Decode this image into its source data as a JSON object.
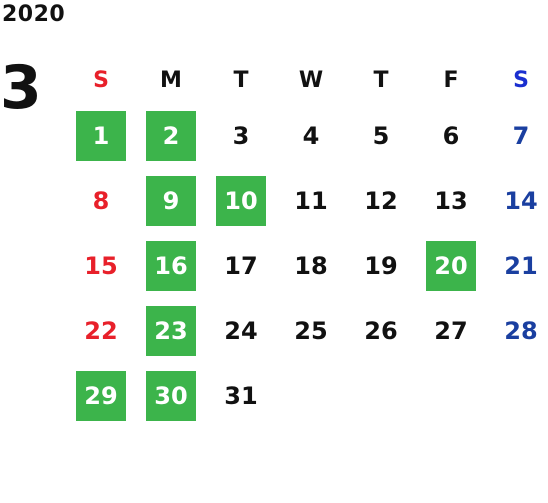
{
  "header": {
    "year": "2020",
    "month": "3"
  },
  "colors": {
    "highlight": "#3cb44b",
    "sunday": "#e8202a",
    "saturday": "#1a3fa0"
  },
  "weekdays": [
    "S",
    "M",
    "T",
    "W",
    "T",
    "F",
    "S"
  ],
  "weeks": [
    [
      {
        "d": "1",
        "h": true
      },
      {
        "d": "2",
        "h": true
      },
      {
        "d": "3",
        "h": false
      },
      {
        "d": "4",
        "h": false
      },
      {
        "d": "5",
        "h": false
      },
      {
        "d": "6",
        "h": false
      },
      {
        "d": "7",
        "h": false
      }
    ],
    [
      {
        "d": "8",
        "h": false
      },
      {
        "d": "9",
        "h": true
      },
      {
        "d": "10",
        "h": true
      },
      {
        "d": "11",
        "h": false
      },
      {
        "d": "12",
        "h": false
      },
      {
        "d": "13",
        "h": false
      },
      {
        "d": "14",
        "h": false
      }
    ],
    [
      {
        "d": "15",
        "h": false
      },
      {
        "d": "16",
        "h": true
      },
      {
        "d": "17",
        "h": false
      },
      {
        "d": "18",
        "h": false
      },
      {
        "d": "19",
        "h": false
      },
      {
        "d": "20",
        "h": true
      },
      {
        "d": "21",
        "h": false
      }
    ],
    [
      {
        "d": "22",
        "h": false
      },
      {
        "d": "23",
        "h": true
      },
      {
        "d": "24",
        "h": false
      },
      {
        "d": "25",
        "h": false
      },
      {
        "d": "26",
        "h": false
      },
      {
        "d": "27",
        "h": false
      },
      {
        "d": "28",
        "h": false
      }
    ],
    [
      {
        "d": "29",
        "h": true
      },
      {
        "d": "30",
        "h": true
      },
      {
        "d": "31",
        "h": false
      },
      {
        "d": "",
        "h": false
      },
      {
        "d": "",
        "h": false
      },
      {
        "d": "",
        "h": false
      },
      {
        "d": "",
        "h": false
      }
    ]
  ]
}
